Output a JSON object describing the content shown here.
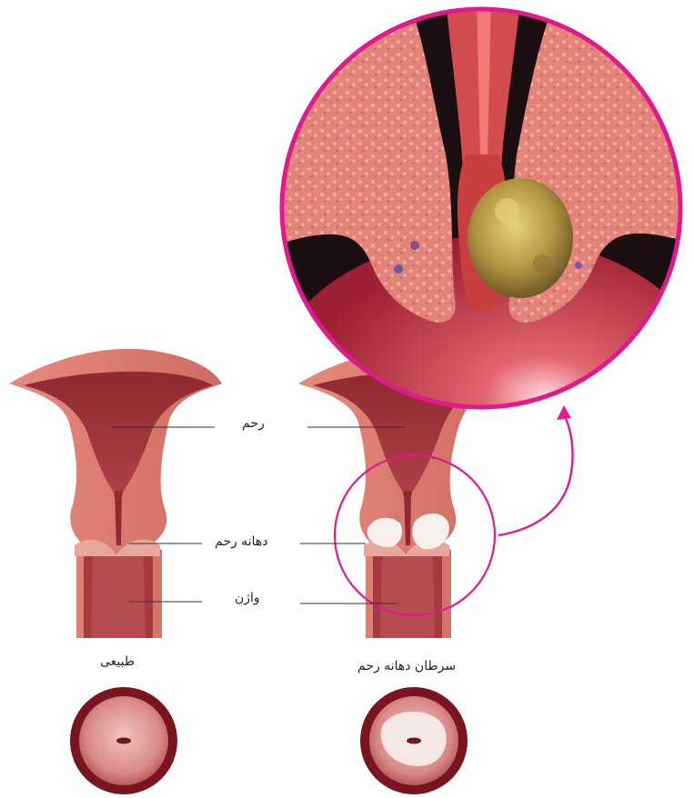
{
  "labels": {
    "uterus": "رحم",
    "cervix": "دهانه رحم",
    "vagina": "واژن",
    "normal": "طبیعی",
    "cervical_cancer": "سرطان دهانه رحم"
  },
  "colors": {
    "highlight_ring": "#e0198c",
    "tissue_outer": "#d9796e",
    "tissue_inner": "#a8363a",
    "tumor": "#b59a4a",
    "background": "#ffffff"
  },
  "icons": {
    "arrow": "curved-arrow-icon"
  }
}
